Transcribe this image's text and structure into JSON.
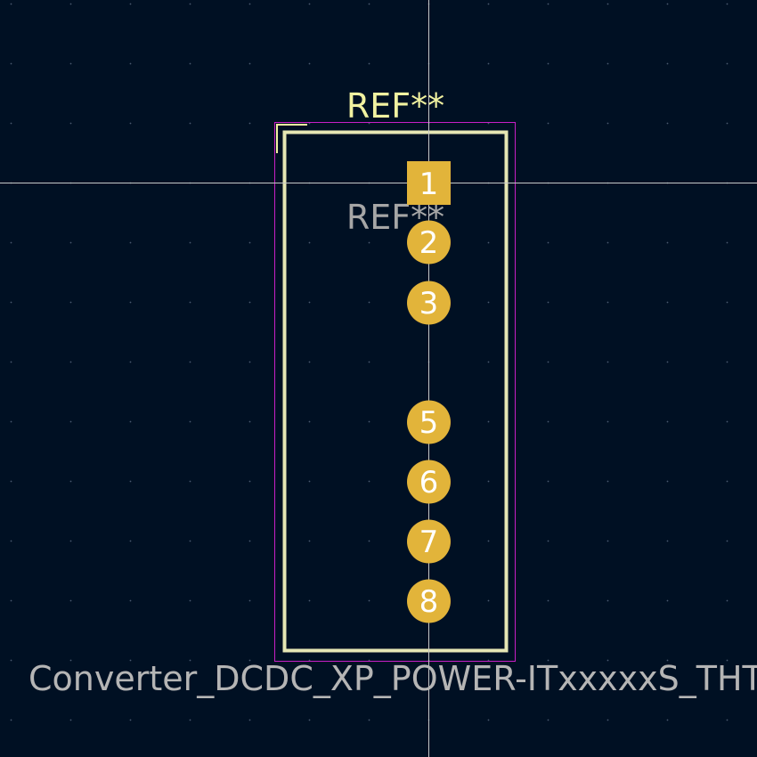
{
  "footprint": {
    "reference_top": "REF**",
    "reference_fab": "REF**",
    "value": "Converter_DCDC_XP_POWER-ITxxxxxS_THT",
    "pads": [
      {
        "number": "1",
        "shape": "square"
      },
      {
        "number": "2",
        "shape": "circle"
      },
      {
        "number": "3",
        "shape": "circle"
      },
      {
        "number": "5",
        "shape": "circle"
      },
      {
        "number": "6",
        "shape": "circle"
      },
      {
        "number": "7",
        "shape": "circle"
      },
      {
        "number": "8",
        "shape": "circle"
      }
    ]
  },
  "colors": {
    "background": "#001023",
    "grid": "#4a5a70",
    "crosshair": "#c8c8c8",
    "courtyard": "#c71fc7",
    "fab_outline": "#e6e6b4",
    "silkscreen": "#f2f2a0",
    "pad": "#e2b43a",
    "pad_text": "#ffffff",
    "fab_text": "#a6a6a6",
    "value_text": "#b5b5b5"
  }
}
